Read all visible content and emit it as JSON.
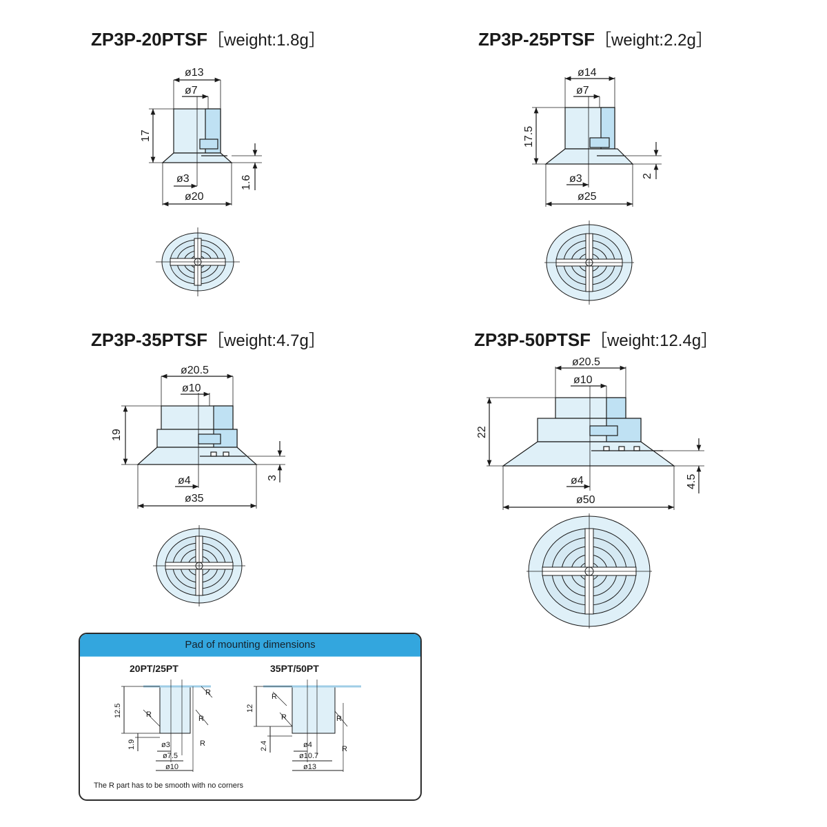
{
  "pads": [
    {
      "model": "ZP3P-20PTSF",
      "weight": "［weight:1.8g］",
      "dims": {
        "d_top": "ø13",
        "d_inner": "ø7",
        "height": "17",
        "lip": "1.6",
        "d_hole": "ø3",
        "d_pad": "ø20"
      }
    },
    {
      "model": "ZP3P-25PTSF",
      "weight": "［weight:2.2g］",
      "dims": {
        "d_top": "ø14",
        "d_inner": "ø7",
        "height": "17.5",
        "lip": "2",
        "d_hole": "ø3",
        "d_pad": "ø25"
      }
    },
    {
      "model": "ZP3P-35PTSF",
      "weight": "［weight:4.7g］",
      "dims": {
        "d_top": "ø20.5",
        "d_inner": "ø10",
        "height": "19",
        "lip": "3",
        "d_hole": "ø4",
        "d_pad": "ø35"
      }
    },
    {
      "model": "ZP3P-50PTSF",
      "weight": "［weight:12.4g］",
      "dims": {
        "d_top": "ø20.5",
        "d_inner": "ø10",
        "height": "22",
        "lip": "4.5",
        "d_hole": "ø4",
        "d_pad": "ø50"
      }
    }
  ],
  "mounting": {
    "title": "Pad of mounting dimensions",
    "left": {
      "label": "20PT/25PT",
      "height": "12.5",
      "lip": "1.9",
      "d1": "ø3",
      "d2": "ø7.5",
      "d3": "ø10",
      "r": "R"
    },
    "right": {
      "label": "35PT/50PT",
      "height": "12",
      "lip": "2.4",
      "d1": "ø4",
      "d2": "ø10.7",
      "d3": "ø13",
      "r": "R"
    },
    "note": "The R part has to be smooth with no corners"
  },
  "colors": {
    "pad_fill": "#dff0f8",
    "section_fill": "#bfe1f3",
    "header": "#33a6de",
    "line": "#1a1a1a"
  }
}
